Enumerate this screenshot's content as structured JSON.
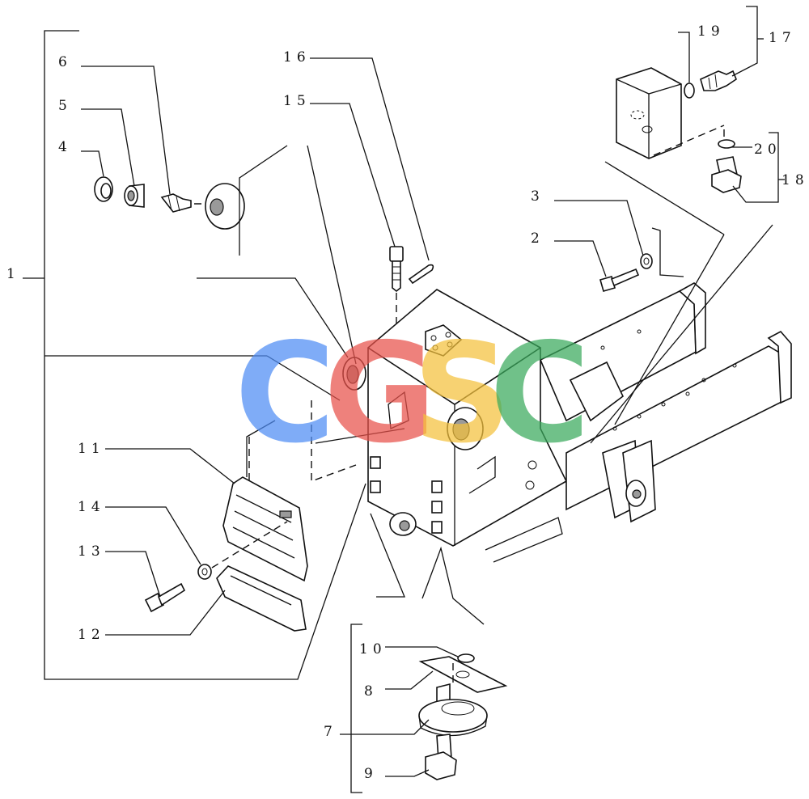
{
  "callouts": [
    {
      "id": "1",
      "label": "1"
    },
    {
      "id": "2",
      "label": "2"
    },
    {
      "id": "3",
      "label": "3"
    },
    {
      "id": "4",
      "label": "4"
    },
    {
      "id": "5",
      "label": "5"
    },
    {
      "id": "6",
      "label": "6"
    },
    {
      "id": "7",
      "label": "7"
    },
    {
      "id": "8",
      "label": "8"
    },
    {
      "id": "9",
      "label": "9"
    },
    {
      "id": "10",
      "label": "10"
    },
    {
      "id": "11",
      "label": "11"
    },
    {
      "id": "12",
      "label": "12"
    },
    {
      "id": "13",
      "label": "13"
    },
    {
      "id": "14",
      "label": "14"
    },
    {
      "id": "15",
      "label": "15"
    },
    {
      "id": "16",
      "label": "16"
    },
    {
      "id": "17",
      "label": "17"
    },
    {
      "id": "18",
      "label": "18"
    },
    {
      "id": "19",
      "label": "19"
    },
    {
      "id": "20",
      "label": "20"
    }
  ],
  "watermark": {
    "letters": [
      "C",
      "G",
      "S",
      "C"
    ],
    "colors": [
      "#4f8df5",
      "#e8514a",
      "#f5c23c",
      "#3aaa5c"
    ]
  }
}
